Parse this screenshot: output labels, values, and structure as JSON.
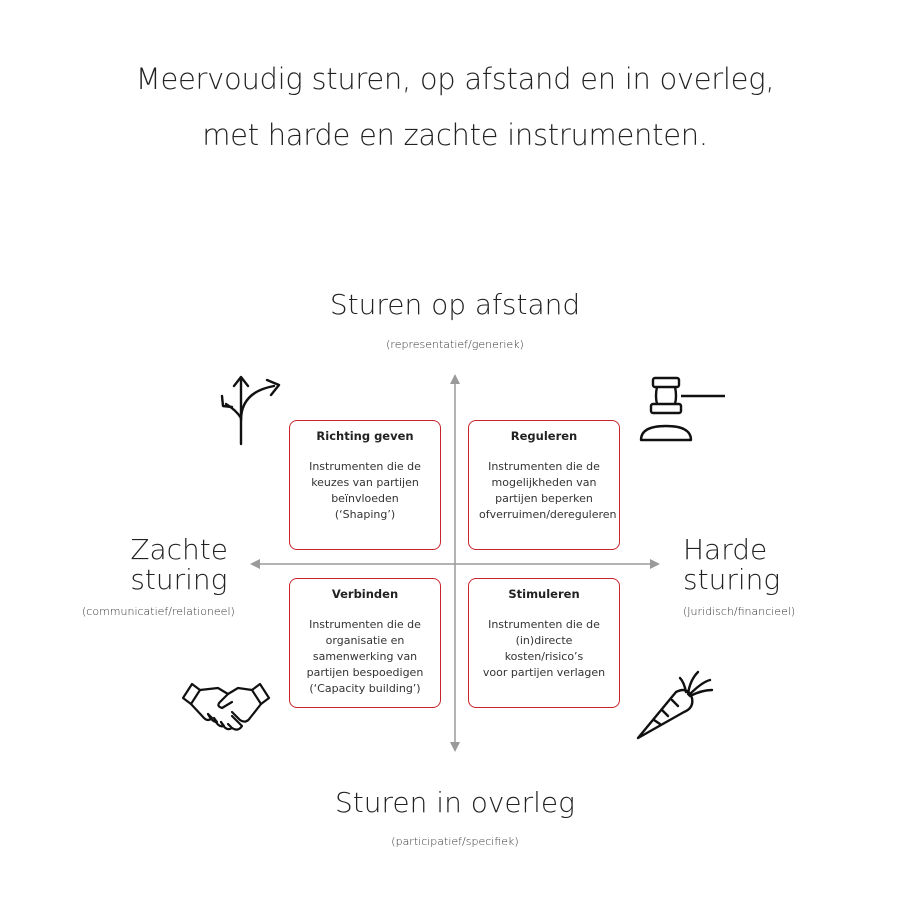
{
  "title": {
    "line1": "Meervoudig sturen, op afstand en in overleg,",
    "line2": "met harde en zachte instrumenten."
  },
  "axes": {
    "top": {
      "label": "Sturen op afstand",
      "sub": "(representatief/generiek)"
    },
    "bottom": {
      "label": "Sturen in overleg",
      "sub": "(participatief/specifiek)"
    },
    "left": {
      "label_line1": "Zachte",
      "label_line2": "sturing",
      "sub": "(communicatief/relationeel)"
    },
    "right": {
      "label_line1": "Harde",
      "label_line2": "sturing",
      "sub": "(Juridisch/financieel)"
    }
  },
  "quadrants": [
    {
      "title": "Richting geven",
      "lines": [
        "Instrumenten die de",
        "keuzes van partijen",
        "beïnvloeden",
        "(‘Shaping’)"
      ],
      "icon": "signpost-arrows-icon"
    },
    {
      "title": "Reguleren",
      "lines": [
        "Instrumenten die de",
        "mogelijkheden van",
        "partijen beperken",
        "ofverruimen/dereguleren"
      ],
      "icon": "gavel-icon"
    },
    {
      "title": "Verbinden",
      "lines": [
        "Instrumenten die de",
        "organisatie en",
        "samenwerking van",
        "partijen bespoedigen",
        "(‘Capacity building’)"
      ],
      "icon": "handshake-icon"
    },
    {
      "title": "Stimuleren",
      "lines": [
        "Instrumenten die de",
        "(in)directe kosten/risico’s",
        "voor partijen verlagen"
      ],
      "icon": "carrot-icon"
    }
  ],
  "colors": {
    "box_border": "#c8242c",
    "axis": "#999999",
    "text": "#222222"
  }
}
